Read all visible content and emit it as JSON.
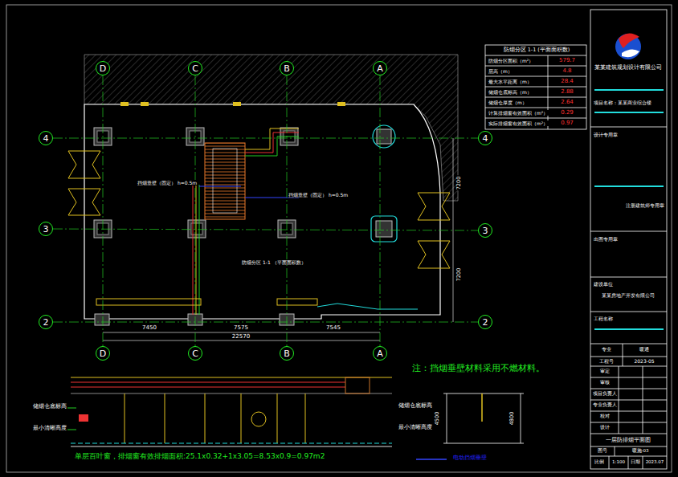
{
  "diagram": {
    "title": "一层防排烟平面图",
    "nodes": [
      {
        "text": [
          "D"
        ]
      },
      {
        "text": [
          "C"
        ]
      },
      {
        "text": [
          "B"
        ]
      },
      {
        "text": [
          "A"
        ]
      },
      {
        "text": [
          "4"
        ]
      },
      {
        "text": [
          "4"
        ]
      },
      {
        "text": [
          "3"
        ]
      },
      {
        "text": [
          "3"
        ]
      },
      {
        "text": [
          "2"
        ]
      },
      {
        "text": [
          "2"
        ]
      },
      {
        "text": [
          "D"
        ]
      },
      {
        "text": [
          "C"
        ]
      },
      {
        "text": [
          "B"
        ]
      },
      {
        "text": [
          "A"
        ]
      }
    ],
    "edges": [
      {
        "from": 0,
        "to": 10,
        "arrow": "none"
      },
      {
        "from": 1,
        "to": 11,
        "arrow": "none"
      },
      {
        "from": 2,
        "to": 12,
        "arrow": "none"
      },
      {
        "from": 3,
        "to": 13,
        "arrow": "none"
      },
      {
        "from": 4,
        "to": 5,
        "arrow": "none"
      },
      {
        "from": 6,
        "to": 7,
        "arrow": "none"
      },
      {
        "from": 8,
        "to": 9,
        "arrow": "none"
      }
    ],
    "labels": [
      "防烟分区 1-1 (平面面积数)",
      "防烟分区面积（m²）",
      "579.7",
      "层高（m）",
      "4.8",
      "最大水平距离（m）",
      "28.4",
      "储烟仓底标高（m）",
      "2.88",
      "储烟仓厚度（m）",
      "2.64",
      "计算排烟窗有效面积（m²）",
      "0.29",
      "实际排烟窗有效面积（m²）",
      "0.97",
      "7450",
      "7575",
      "7545",
      "22570",
      "7200",
      "7200",
      "挡烟垂壁（固定） h=0.5m",
      "挡烟垂壁（固定） h=0.5m",
      "防烟分区 1-1 （平面面积数）",
      "注：挡烟垂壁材料采用不燃材料。",
      "单层百叶窗，排烟窗有效排烟面积:25.1x0.32+1x3.05=8.53x0.9=0.97m2",
      "储烟仓底标高",
      "最小清晰高度",
      "储烟仓底标高",
      "最小清晰高度",
      "4500",
      "4800",
      "某某建筑规划设计有限公司",
      "设计专用章",
      "注册建筑师专用章",
      "出图专用章",
      "建设单位",
      "某某房地产开发有限公司",
      "工程名称",
      "专业",
      "暖通",
      "工程号",
      "2023-05",
      "审定",
      "审核",
      "项目负责人",
      "专业负责人",
      "校对",
      "设计",
      "图号",
      "暖施-03",
      "比例",
      "1:100",
      "日期",
      "2023.07",
      "项目名称：某某商业综合楼"
    ],
    "legend": [
      {
        "text": "电动挡烟垂壁"
      }
    ]
  }
}
